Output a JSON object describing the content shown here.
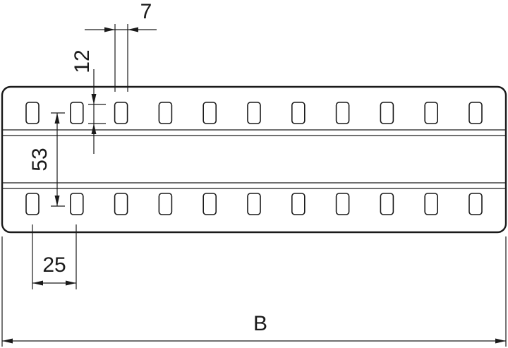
{
  "drawing": {
    "dimensions": {
      "slot_width": "7",
      "slot_height": "12",
      "row_spacing": "53",
      "slot_pitch": "25",
      "overall_width": "B"
    },
    "slot_rows": 2,
    "slots_per_row": 11,
    "line_color": "#1a1a1a",
    "background": "#ffffff"
  }
}
